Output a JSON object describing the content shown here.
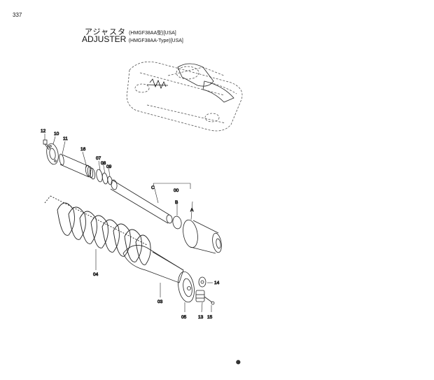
{
  "page": {
    "number": "337"
  },
  "title": {
    "japanese": "アジャスタ",
    "japanese_sub": "(HMGF38AA型)[USA]",
    "english": "ADJUSTER",
    "english_sub": "(HMGF38AA-Type)[USA]"
  },
  "callouts": {
    "c12": "12",
    "c10": "10",
    "c11": "11",
    "c16": "16",
    "c07": "07",
    "c08": "08",
    "c09": "09",
    "c00": "00",
    "cC": "C",
    "cB": "B",
    "cA": "A",
    "c04": "04",
    "c03": "03",
    "c05": "05",
    "c13": "13",
    "c14": "14",
    "c15": "15"
  },
  "footer_mark": "⊕"
}
